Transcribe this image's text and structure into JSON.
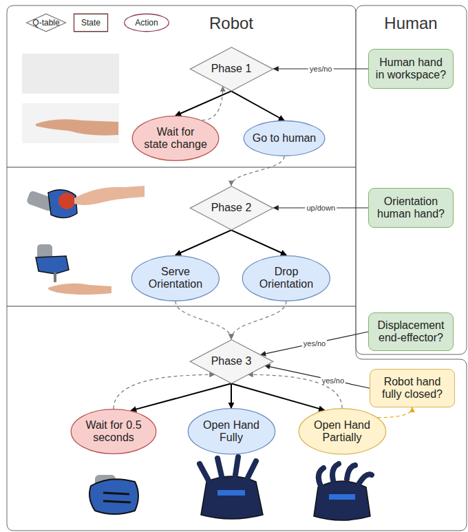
{
  "diagram": {
    "nodes": [
      {
        "text": [
          "Phase 1"
        ]
      },
      {
        "text": [
          "Wait for state change"
        ]
      },
      {
        "text": [
          "Go to human"
        ]
      },
      {
        "text": [
          "Human hand in workspace?"
        ]
      },
      {
        "text": [
          "Phase 2"
        ]
      },
      {
        "text": [
          "Serve Orientation"
        ]
      },
      {
        "text": [
          "Drop Orientation"
        ]
      },
      {
        "text": [
          "Orientation human hand?"
        ]
      },
      {
        "text": [
          "Phase 3"
        ]
      },
      {
        "text": [
          "Wait for 0.5 seconds"
        ]
      },
      {
        "text": [
          "Open Hand Fully"
        ]
      },
      {
        "text": [
          "Open Hand Partially"
        ]
      },
      {
        "text": [
          "Displacement end-effector?"
        ]
      },
      {
        "text": [
          "Robot hand fully closed?"
        ]
      }
    ],
    "edges": [
      {
        "from": 3,
        "to": 0,
        "label": "yes/no",
        "arrow": "to"
      },
      {
        "from": 0,
        "to": 1,
        "arrow": "to"
      },
      {
        "from": 0,
        "to": 2,
        "arrow": "to"
      },
      {
        "from": 1,
        "to": 0,
        "arrow": "to"
      },
      {
        "from": 2,
        "to": 4,
        "arrow": "to"
      },
      {
        "from": 7,
        "to": 4,
        "label": "up/down",
        "arrow": "to"
      },
      {
        "from": 4,
        "to": 5,
        "arrow": "to"
      },
      {
        "from": 4,
        "to": 6,
        "arrow": "to"
      },
      {
        "from": 5,
        "to": 8,
        "arrow": "to"
      },
      {
        "from": 6,
        "to": 8,
        "arrow": "to"
      },
      {
        "from": 12,
        "to": 8,
        "label": "yes/no",
        "arrow": "to"
      },
      {
        "from": 13,
        "to": 8,
        "label": "yes/no",
        "arrow": "to"
      },
      {
        "from": 8,
        "to": 9,
        "arrow": "to"
      },
      {
        "from": 8,
        "to": 10,
        "arrow": "to"
      },
      {
        "from": 8,
        "to": 11,
        "arrow": "to"
      },
      {
        "from": 9,
        "to": 8,
        "arrow": "to"
      },
      {
        "from": 11,
        "to": 8,
        "arrow": "to"
      },
      {
        "from": 11,
        "to": 13,
        "arrow": "to"
      }
    ],
    "labels": [
      "Robot",
      "Human"
    ],
    "legend": [
      {
        "text": "Q-table"
      },
      {
        "text": "State"
      },
      {
        "text": "Action"
      }
    ]
  }
}
